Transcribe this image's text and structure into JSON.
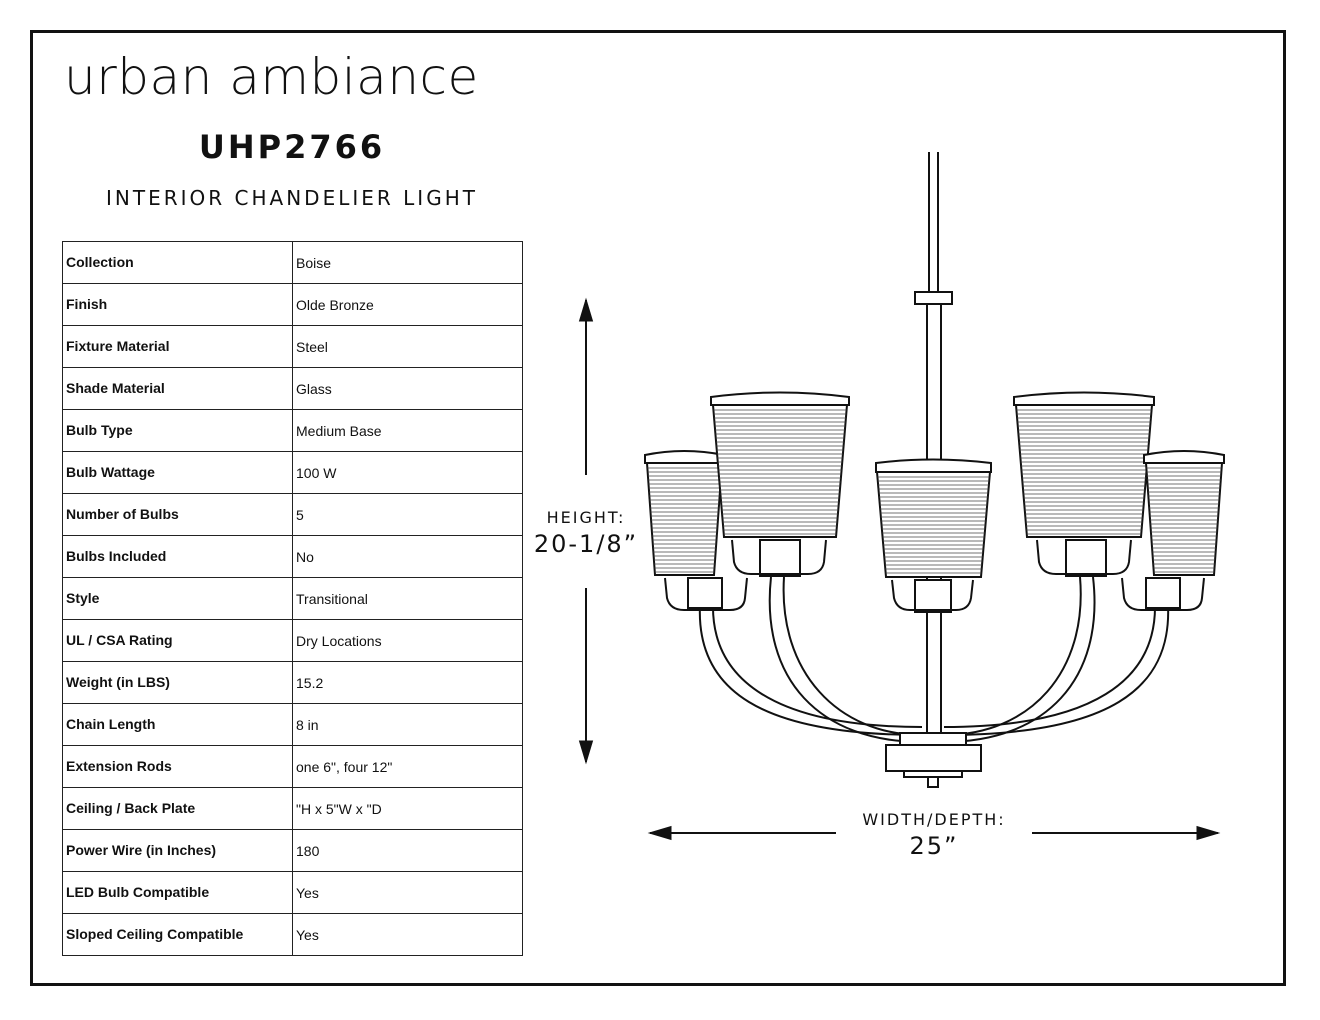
{
  "brand": "urban ambiance",
  "model": "UHP2766",
  "subtitle": "INTERIOR CHANDELIER LIGHT",
  "specs": [
    {
      "label": "Collection",
      "value": "Boise"
    },
    {
      "label": "Finish",
      "value": "Olde Bronze"
    },
    {
      "label": "Fixture Material",
      "value": "Steel"
    },
    {
      "label": "Shade Material",
      "value": "Glass"
    },
    {
      "label": "Bulb Type",
      "value": "Medium Base"
    },
    {
      "label": "Bulb Wattage",
      "value": "100 W"
    },
    {
      "label": "Number of Bulbs",
      "value": "5"
    },
    {
      "label": "Bulbs Included",
      "value": "No"
    },
    {
      "label": "Style",
      "value": "Transitional"
    },
    {
      "label": "UL / CSA Rating",
      "value": "Dry Locations"
    },
    {
      "label": "Weight (in LBS)",
      "value": "15.2"
    },
    {
      "label": "Chain Length",
      "value": "8 in"
    },
    {
      "label": "Extension Rods",
      "value": "one 6\", four 12\""
    },
    {
      "label": "Ceiling / Back Plate",
      "value": "\"H x 5\"W x \"D"
    },
    {
      "label": "Power Wire (in Inches)",
      "value": "180"
    },
    {
      "label": "LED Bulb Compatible",
      "value": "Yes"
    },
    {
      "label": "Sloped Ceiling Compatible",
      "value": "Yes"
    }
  ],
  "dimensions": {
    "height_label": "HEIGHT:",
    "height_value": "20-1/8”",
    "width_label": "WIDTH/DEPTH:",
    "width_value": "25”"
  }
}
